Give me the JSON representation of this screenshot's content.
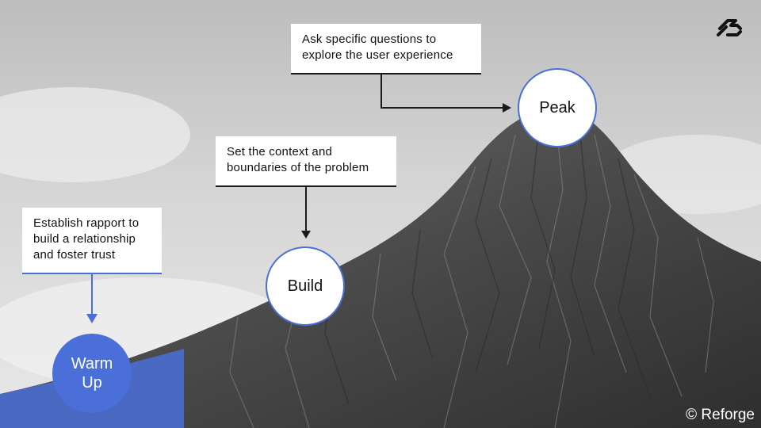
{
  "stages": {
    "warm_up": {
      "label": "Warm\nUp",
      "description": "Establish rapport to\nbuild a relationship\nand foster trust"
    },
    "build": {
      "label": "Build",
      "description": "Set the context and\nboundaries of the problem"
    },
    "peak": {
      "label": "Peak",
      "description": "Ask specific questions to\nexplore the user experience"
    }
  },
  "footer": {
    "copyright": "© Reforge"
  },
  "brand": {
    "logo_icon": "reforge-logo-icon"
  },
  "colors": {
    "accent": "#4a6fd8",
    "node_fill": "#ffffff",
    "text": "#111111"
  }
}
